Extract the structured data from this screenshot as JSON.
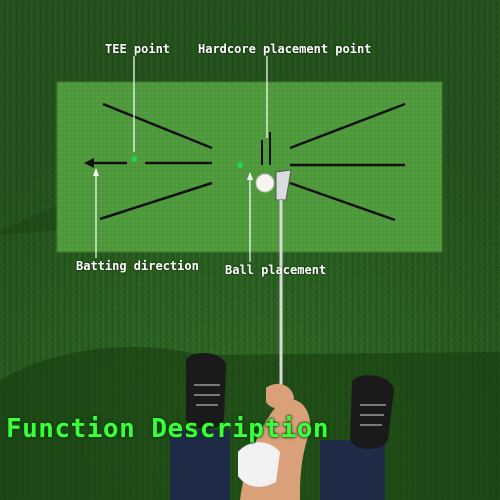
{
  "labels": {
    "tee_point": "TEE point",
    "hardcore_point": "Hardcore placement point",
    "batting_direction": "Batting direction",
    "ball_placement": "Ball placement"
  },
  "title": "Function Description",
  "colors": {
    "grass": "#2f6b25",
    "mat": "#4f9a3c",
    "title": "#3cff3c",
    "marker": "#1fd64a",
    "label": "#ffffff"
  }
}
